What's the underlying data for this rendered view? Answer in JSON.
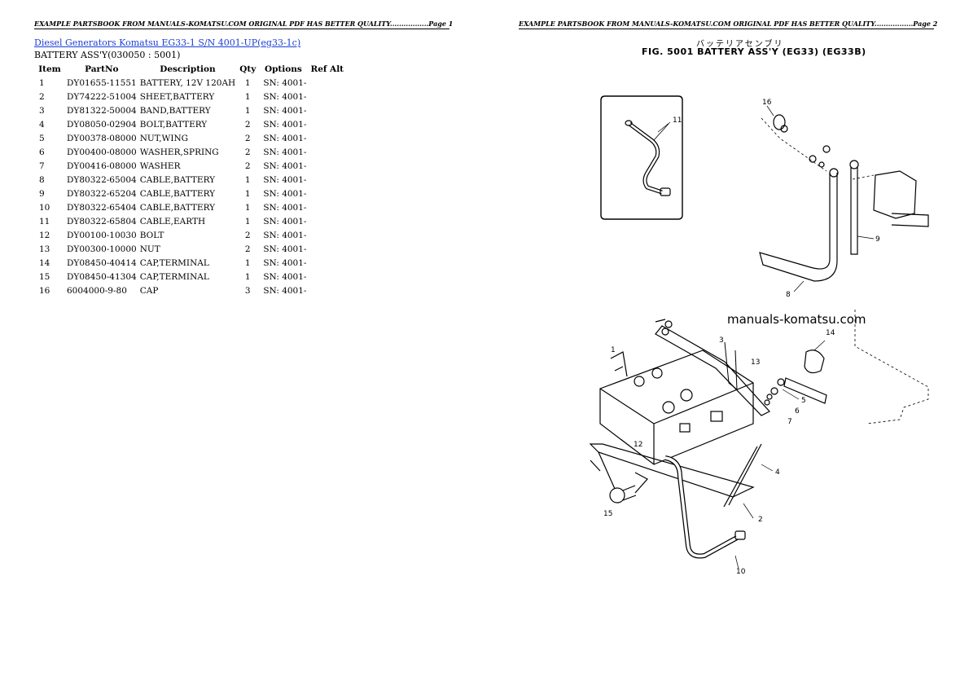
{
  "header": {
    "left_text": "EXAMPLE PARTSBOOK FROM MANUALS-KOMATSU.COM ORIGINAL PDF HAS BETTER QUALITY.................Page 1",
    "right_text": "EXAMPLE PARTSBOOK FROM MANUALS-KOMATSU.COM ORIGINAL PDF HAS BETTER QUALITY.................Page 2"
  },
  "document": {
    "title_link": "Diesel Generators Komatsu EG33-1 S/N 4001-UP(eg33-1c)",
    "subtitle": "BATTERY ASS'Y(030050 : 5001)"
  },
  "table": {
    "columns": [
      "Item",
      "PartNo",
      "Description",
      "Qty",
      "Options",
      "Ref Alt"
    ],
    "rows": [
      {
        "item": "1",
        "part": "DY01655-11551",
        "desc": "BATTERY, 12V 120AH",
        "qty": "1",
        "opt": "SN: 4001-"
      },
      {
        "item": "2",
        "part": "DY74222-51004",
        "desc": "SHEET,BATTERY",
        "qty": "1",
        "opt": "SN: 4001-"
      },
      {
        "item": "3",
        "part": "DY81322-50004",
        "desc": "BAND,BATTERY",
        "qty": "1",
        "opt": "SN: 4001-"
      },
      {
        "item": "4",
        "part": "DY08050-02904",
        "desc": "BOLT,BATTERY",
        "qty": "2",
        "opt": "SN: 4001-"
      },
      {
        "item": "5",
        "part": "DY00378-08000",
        "desc": "NUT,WING",
        "qty": "2",
        "opt": "SN: 4001-"
      },
      {
        "item": "6",
        "part": "DY00400-08000",
        "desc": "WASHER,SPRING",
        "qty": "2",
        "opt": "SN: 4001-"
      },
      {
        "item": "7",
        "part": "DY00416-08000",
        "desc": "WASHER",
        "qty": "2",
        "opt": "SN: 4001-"
      },
      {
        "item": "8",
        "part": "DY80322-65004",
        "desc": "CABLE,BATTERY",
        "qty": "1",
        "opt": "SN: 4001-"
      },
      {
        "item": "9",
        "part": "DY80322-65204",
        "desc": "CABLE,BATTERY",
        "qty": "1",
        "opt": "SN: 4001-"
      },
      {
        "item": "10",
        "part": "DY80322-65404",
        "desc": "CABLE,BATTERY",
        "qty": "1",
        "opt": "SN: 4001-"
      },
      {
        "item": "11",
        "part": "DY80322-65804",
        "desc": "CABLE,EARTH",
        "qty": "1",
        "opt": "SN: 4001-"
      },
      {
        "item": "12",
        "part": "DY00100-10030",
        "desc": "BOLT",
        "qty": "2",
        "opt": "SN: 4001-"
      },
      {
        "item": "13",
        "part": "DY00300-10000",
        "desc": "NUT",
        "qty": "2",
        "opt": "SN: 4001-"
      },
      {
        "item": "14",
        "part": "DY08450-40414",
        "desc": "CAP,TERMINAL",
        "qty": "1",
        "opt": "SN: 4001-"
      },
      {
        "item": "15",
        "part": "DY08450-41304",
        "desc": "CAP,TERMINAL",
        "qty": "1",
        "opt": "SN: 4001-"
      },
      {
        "item": "16",
        "part": "6004000-9-80",
        "desc": "CAP",
        "qty": "3",
        "opt": "SN: 4001-"
      }
    ]
  },
  "figure": {
    "japanese_title": "バッテリアセンブリ",
    "title": "FIG. 5001  BATTERY ASS'Y (EG33) (EG33B)",
    "watermark": "manuals-komatsu.com",
    "callouts": [
      "1",
      "2",
      "3",
      "4",
      "5",
      "6",
      "7",
      "8",
      "9",
      "10",
      "11",
      "12",
      "13",
      "14",
      "15",
      "16"
    ]
  }
}
